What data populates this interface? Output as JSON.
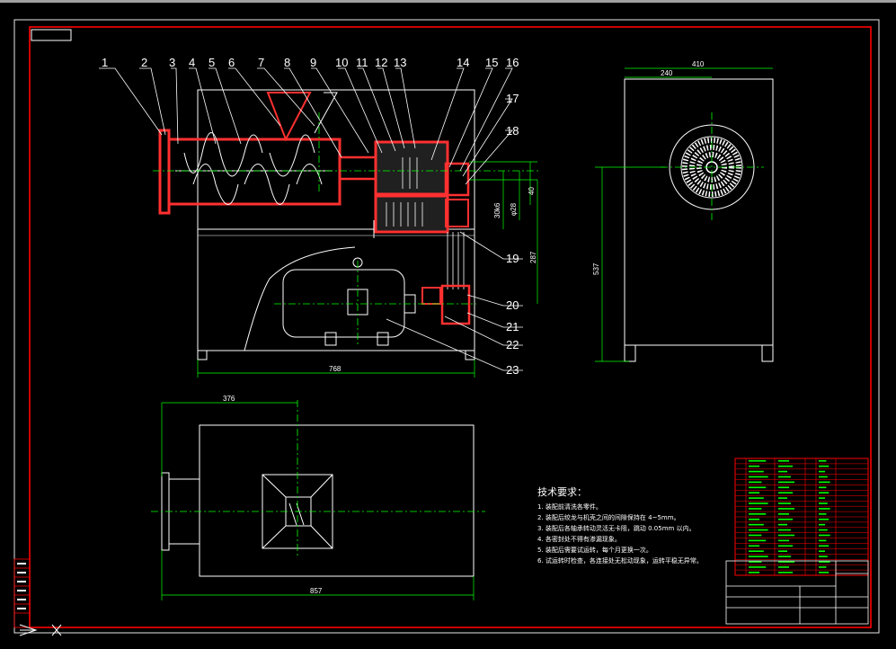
{
  "drawing": {
    "leader_numbers": [
      "1",
      "2",
      "3",
      "4",
      "5",
      "6",
      "7",
      "8",
      "9",
      "10",
      "11",
      "12",
      "13",
      "14",
      "15",
      "16",
      "17",
      "18",
      "19",
      "20",
      "21",
      "22",
      "23"
    ],
    "dimensions": {
      "front_width": "768",
      "side_width": "410",
      "side_half": "240",
      "side_height": "537",
      "top_total": "857",
      "top_left": "376",
      "d_40": "40",
      "d_287": "287",
      "fit_a": "30k6",
      "fit_b": "φ28"
    },
    "tech_requirements": {
      "title": "技术要求：",
      "items": [
        "1. 装配前清洗各零件。",
        "2. 装配后绞龙与机壳之间的间隙保持在 4~5mm。",
        "3. 装配后各轴承转动灵活无卡阻，跳动 0.05mm 以内。",
        "4. 各密封处不得有渗漏现象。",
        "5. 装配后需要试运转，每个月更换一次。",
        "6. 试运转时检查，各连接处无松动现象，运转平稳无异常。"
      ]
    }
  },
  "colors": {
    "frame": "#ff0000",
    "outline": "#ffffff",
    "center": "#00ff00",
    "section": "#ff3030",
    "magenta": "#ff00ff"
  }
}
